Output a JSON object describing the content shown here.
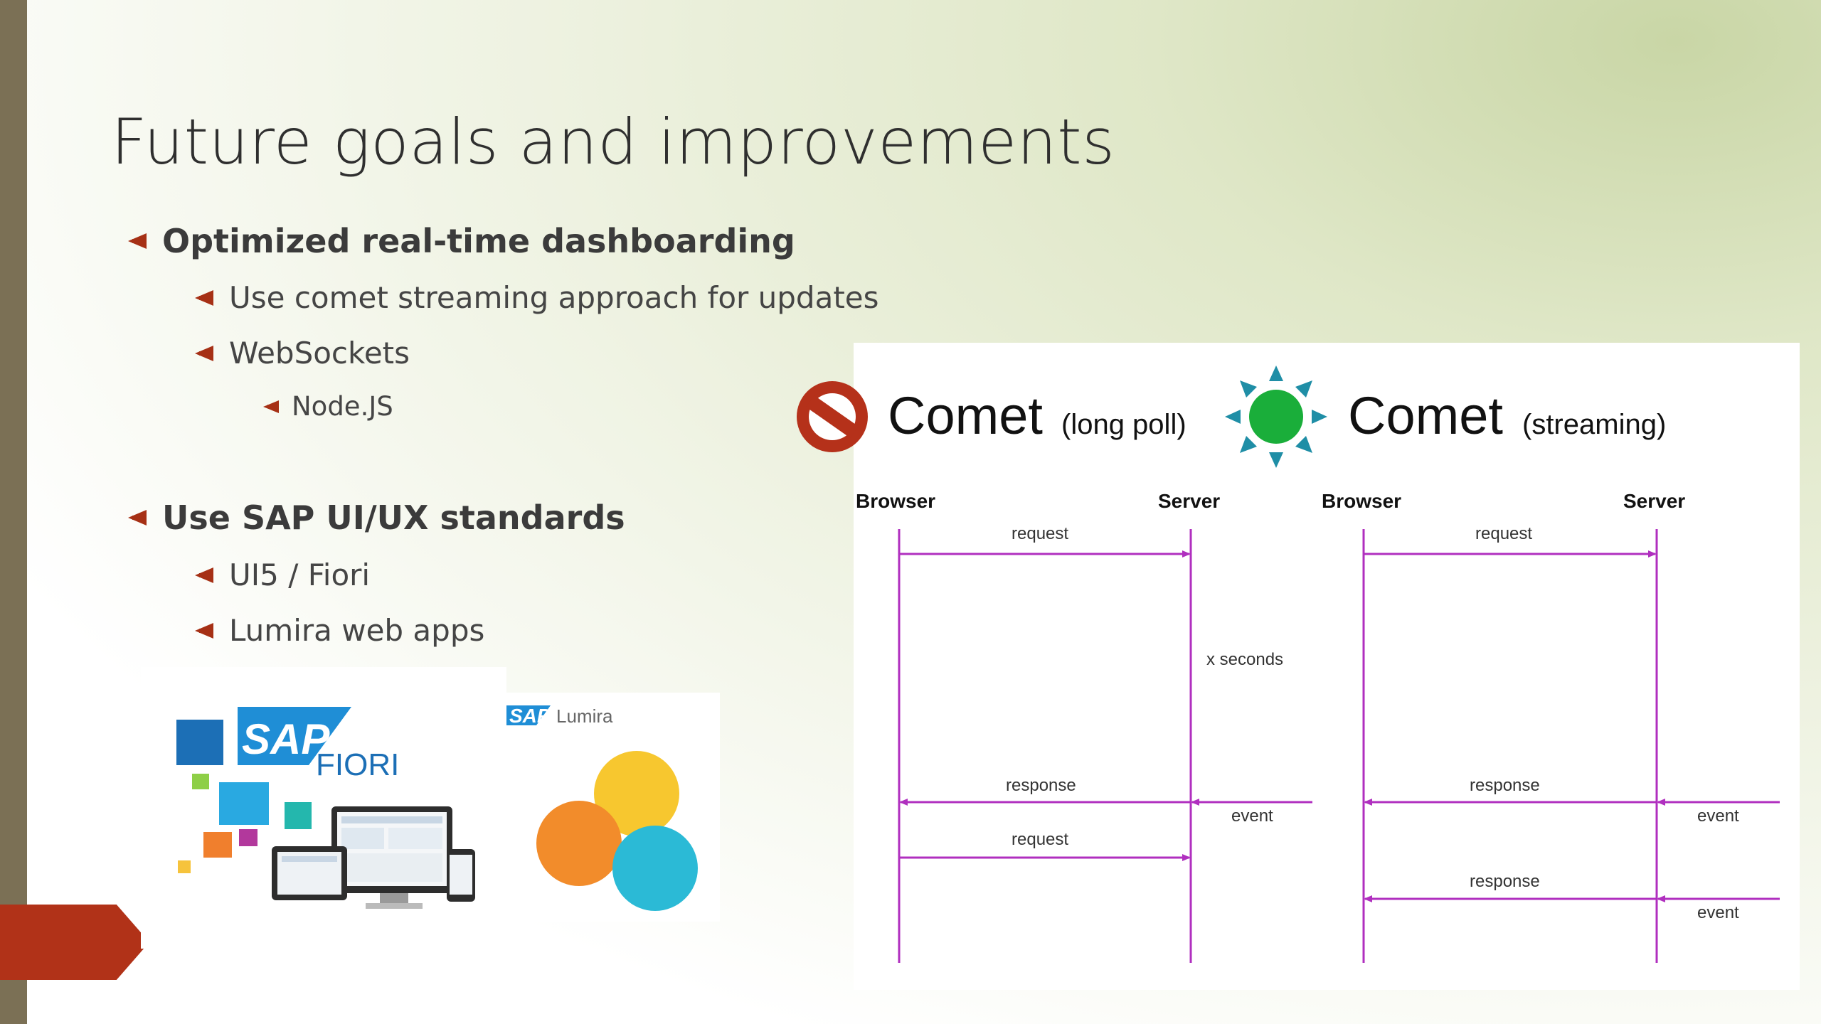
{
  "slide": {
    "title": "Future goals and improvements",
    "bullets": [
      {
        "level": 1,
        "text": "Optimized real-time dashboarding"
      },
      {
        "level": 2,
        "text": "Use comet streaming approach for updates"
      },
      {
        "level": 2,
        "text": "WebSockets"
      },
      {
        "level": 3,
        "text": "Node.JS"
      },
      {
        "level": 1,
        "text": "Use SAP UI/UX standards"
      },
      {
        "level": 2,
        "text": "UI5 / Fiori"
      },
      {
        "level": 2,
        "text": "Lumira web apps"
      }
    ]
  },
  "logos": {
    "fiori": {
      "sap": "SAP",
      "product": "FIORI"
    },
    "lumira": {
      "sap": "SAP",
      "product": "Lumira"
    }
  },
  "diagram": {
    "long_poll": {
      "title": "Comet",
      "subtitle": "(long poll)",
      "browser": "Browser",
      "server": "Server",
      "request1": "request",
      "delay": "x seconds",
      "response": "response",
      "event": "event",
      "request2": "request"
    },
    "streaming": {
      "title": "Comet",
      "subtitle": "(streaming)",
      "browser": "Browser",
      "server": "Server",
      "request": "request",
      "response1": "response",
      "event1": "event",
      "response2": "response",
      "event2": "event"
    }
  },
  "colors": {
    "accent": "#a63015",
    "sidebar": "#7b7055",
    "tab": "#b13218",
    "arrow_line": "#b02fbf"
  }
}
